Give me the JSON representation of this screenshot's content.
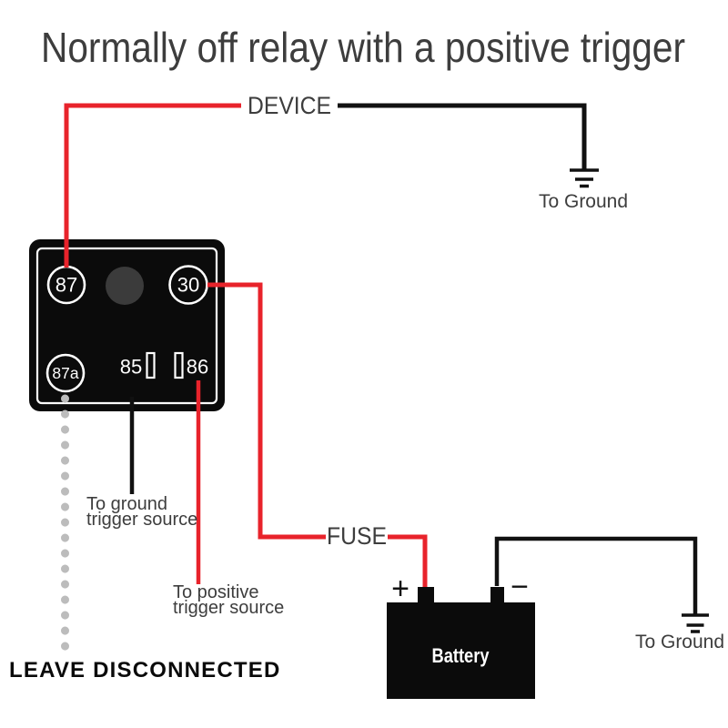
{
  "title": "Normally off relay with a positive trigger",
  "colors": {
    "wire_red": "#e8232b",
    "wire_black": "#111111",
    "relay_fill": "#0b0b0b",
    "battery_fill": "#0d0d0d",
    "dot_gray": "#bcbcbc",
    "text_gray": "#3d3d3d",
    "terminal_circle_gray": "#3b3b3b"
  },
  "relay": {
    "terminal_87": "87",
    "terminal_30": "30",
    "terminal_87a": "87a",
    "terminal_85": "85",
    "terminal_86": "86"
  },
  "labels": {
    "device": "DEVICE",
    "fuse": "FUSE",
    "to_ground_top": "To Ground",
    "to_ground_bottom": "To Ground",
    "ground_trigger": {
      "line1": "To ground",
      "line2": "trigger source"
    },
    "positive_trigger": {
      "line1": "To positive",
      "line2": "trigger source"
    },
    "leave_disconnected": "LEAVE DISCONNECTED"
  },
  "battery": {
    "name": "Battery",
    "plus": "+",
    "minus": "−"
  }
}
